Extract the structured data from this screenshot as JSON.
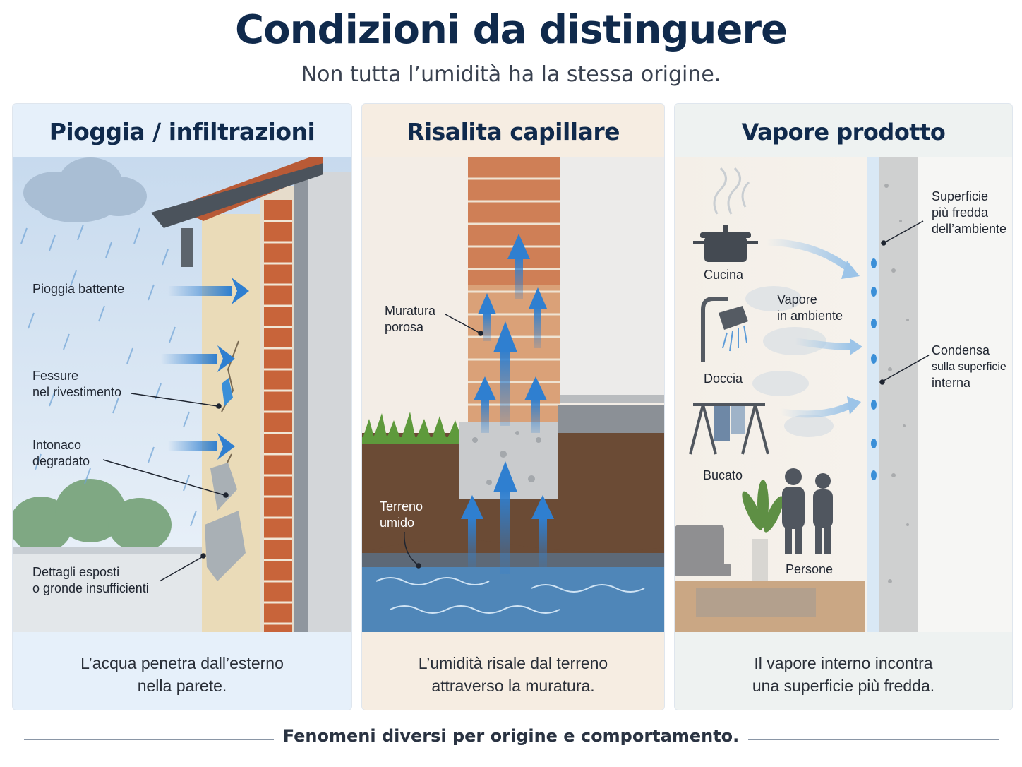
{
  "header": {
    "title": "Condizioni da distinguere",
    "subtitle": "Non tutta l’umidità ha la stessa origine."
  },
  "panels": [
    {
      "title": "Pioggia / infiltrazioni",
      "labels": [
        [
          "Pioggia battente"
        ],
        [
          "Fessure",
          "nel rivestimento"
        ],
        [
          "Intonaco",
          "degradato"
        ],
        [
          "Dettagli esposti",
          "o gronde insufficienti"
        ]
      ],
      "caption": [
        "L’acqua penetra dall’esterno",
        "nella parete."
      ]
    },
    {
      "title": "Risalita capillare",
      "labels": [
        [
          "Muratura",
          "porosa"
        ],
        [
          "Terreno",
          "umido"
        ]
      ],
      "caption": [
        "L’umidità risale dal terreno",
        "attraverso la muratura."
      ]
    },
    {
      "title": "Vapore prodotto all’interno",
      "labels": [
        [
          "Cucina"
        ],
        [
          "Vapore",
          "in ambiente"
        ],
        [
          "Doccia"
        ],
        [
          "Bucato"
        ],
        [
          "Persone"
        ],
        [
          "Superficie",
          "più fredda",
          "dell’ambiente"
        ],
        [
          "Condensa",
          "sulla superficie",
          "interna"
        ]
      ],
      "caption": [
        "Il vapore interno incontra",
        "una superficie più fredda."
      ]
    }
  ],
  "footer": "Fenomeni diversi per origine e comportamento.",
  "colors": {
    "navy": "#102a4c",
    "water_blue": "#2f7fd0",
    "brick": "#c8643a",
    "panel1_bg": "#eaf2fb",
    "panel2_bg": "#f7efe4",
    "panel3_bg": "#eef2f1"
  },
  "icons": [
    "rain-cloud-icon",
    "gutter-icon",
    "pot-icon",
    "shower-icon",
    "drying-rack-icon",
    "people-icon",
    "plant-icon",
    "sofa-icon"
  ]
}
